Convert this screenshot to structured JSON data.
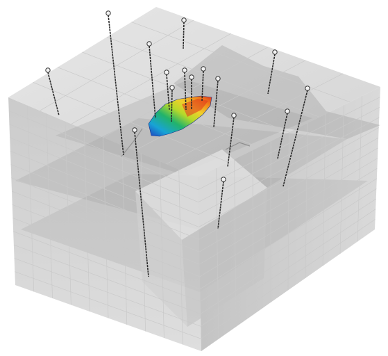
{
  "scene": {
    "colors": {
      "background": "#ffffff",
      "grid_line": "#c9c9c9",
      "top_face": "#d9d9d9",
      "front_face": "#c7c7c7",
      "right_face": "#bdbdbd",
      "layer_dark": "#9d9d9d",
      "well_line": "#2b2b2b",
      "well_head": "#f2f2f2"
    },
    "colormap": [
      "#1f3fbf",
      "#18a3d6",
      "#22b36a",
      "#b6d92a",
      "#f0d02b",
      "#f08a1c",
      "#e0321c"
    ],
    "well_count": 16,
    "wells": [
      {
        "name": "well"
      },
      {
        "name": "well"
      },
      {
        "name": "well"
      },
      {
        "name": "well"
      },
      {
        "name": "well"
      },
      {
        "name": "well"
      },
      {
        "name": "well"
      },
      {
        "name": "well"
      },
      {
        "name": "well"
      },
      {
        "name": "well"
      },
      {
        "name": "well"
      },
      {
        "name": "well"
      },
      {
        "name": "well"
      },
      {
        "name": "well"
      },
      {
        "name": "well"
      },
      {
        "name": "well"
      }
    ]
  }
}
